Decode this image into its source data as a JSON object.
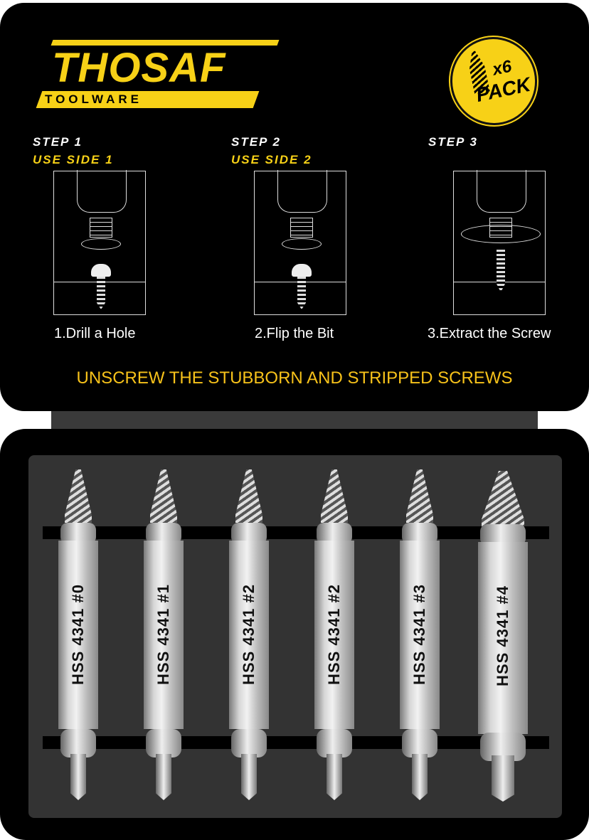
{
  "brand": {
    "name": "THOSAF",
    "subtitle": "TOOLWARE"
  },
  "badge": {
    "multiplier": "x6",
    "label": "PACK"
  },
  "steps": [
    {
      "title": "STEP 1",
      "subtitle": "USE SIDE 1",
      "caption": "1.Drill a Hole"
    },
    {
      "title": "STEP 2",
      "subtitle": "USE SIDE 2",
      "caption": "2.Flip the Bit"
    },
    {
      "title": "STEP 3",
      "subtitle": "",
      "caption": "3.Extract the Screw"
    }
  ],
  "tagline": "UNSCREW THE STUBBORN AND STRIPPED SCREWS",
  "bits": [
    "HSS 4341 #0",
    "HSS 4341 #1",
    "HSS 4341 #2",
    "HSS 4341 #2",
    "HSS 4341 #3",
    "HSS 4341 #4"
  ],
  "colors": {
    "accent": "#f7d117",
    "background": "#000000",
    "tray": "#333333"
  }
}
